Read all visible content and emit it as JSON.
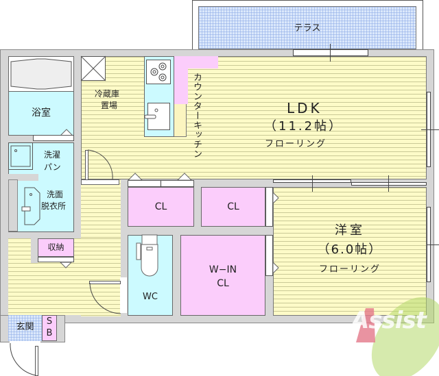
{
  "floor_plan": {
    "rooms": {
      "terrace": {
        "label": "テラス"
      },
      "ldk": {
        "name": "LDK",
        "size": "（11.2帖）",
        "floor": "フローリング"
      },
      "counter_kitchen": {
        "label": "カウンターキッチン"
      },
      "fridge_space": {
        "line1": "冷蔵庫",
        "line2": "置場"
      },
      "bathroom": {
        "label": "浴室"
      },
      "washer_pan": {
        "line1": "洗濯",
        "line2": "パン"
      },
      "washroom": {
        "line1": "洗面",
        "line2": "脱衣所"
      },
      "storage": {
        "label": "収納"
      },
      "closet_1": {
        "label": "CL"
      },
      "closet_2": {
        "label": "CL"
      },
      "wc": {
        "label": "WC"
      },
      "walk_in_closet": {
        "line1": "W−IN",
        "line2": "CL"
      },
      "western_room": {
        "name": "洋室",
        "size": "（6.0帖）",
        "floor": "フローリング"
      },
      "entrance": {
        "label": "玄関"
      },
      "shoe_box": {
        "line1": "S",
        "line2": "B"
      }
    },
    "watermark": {
      "text": "Assist"
    },
    "colors": {
      "wall": "#d6d6d6",
      "flooring": "#fdfbc8",
      "wet_area": "#ccfaff",
      "closet": "#fbcdfb",
      "tile": "#dbe8fb",
      "watermark_green": "#b5d96a",
      "watermark_red": "#e4788a"
    }
  }
}
